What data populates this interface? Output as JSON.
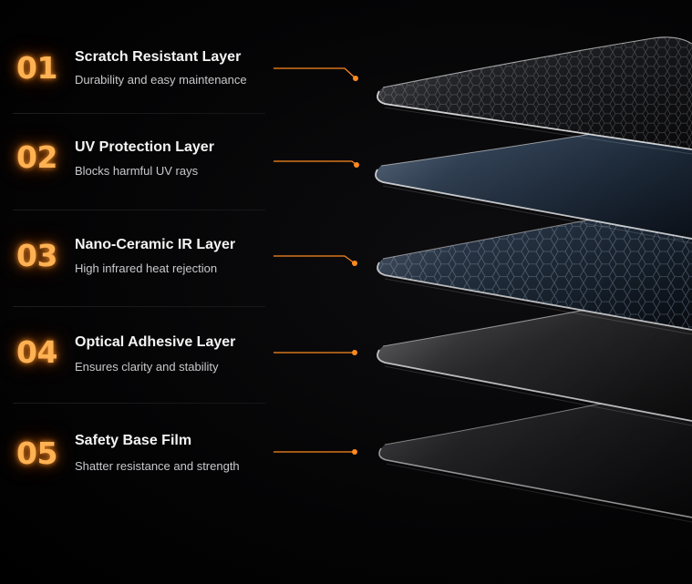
{
  "accent_color": "#ff8a1f",
  "layers": [
    {
      "number": "01",
      "title": "Scratch Resistant Layer",
      "description": "Durability and easy maintenance"
    },
    {
      "number": "02",
      "title": "UV Protection Layer",
      "description": "Blocks harmful UV rays"
    },
    {
      "number": "03",
      "title": "Nano-Ceramic IR Layer",
      "description": "High infrared heat rejection"
    },
    {
      "number": "04",
      "title": "Optical Adhesive Layer",
      "description": "Ensures clarity and stability"
    },
    {
      "number": "05",
      "title": "Safety Base Film",
      "description": "Shatter resistance and strength"
    }
  ]
}
